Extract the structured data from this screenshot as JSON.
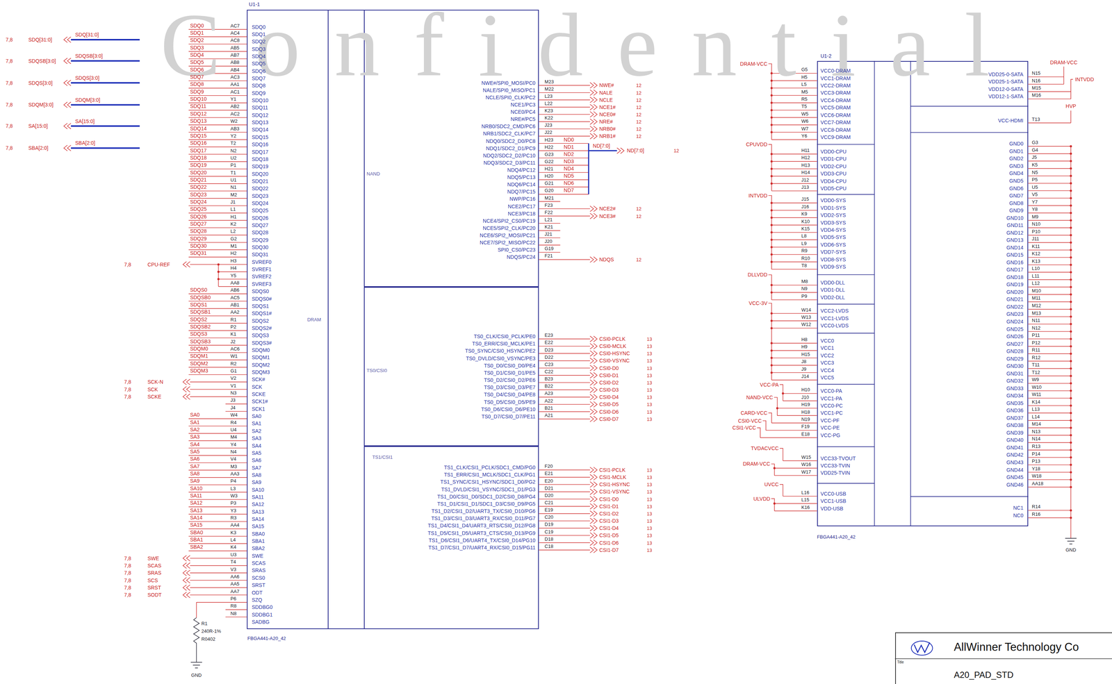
{
  "diagram": {
    "nodes": [
      {
        "text": [
          "U1-1",
          "FBGA441-A20_42"
        ]
      },
      {
        "text": [
          "DRAM"
        ],
        "in": 0
      },
      {
        "text": [
          "NAND"
        ],
        "in": 0
      },
      {
        "text": [
          "TS0/CSI0"
        ],
        "in": 0
      },
      {
        "text": [
          "TS1/CSI1"
        ],
        "in": 0
      },
      {
        "text": [
          "U1-2",
          "FBGA441-A20_42"
        ]
      },
      {
        "text": [
          "AllWinner Technology Co",
          "Title",
          "A20_PAD_STD"
        ]
      }
    ],
    "labels": [
      "Confidential",
      "7,8",
      "SDQ[31:0]",
      "SDQ[31:0]",
      "7,8",
      "SDQSB[3:0]",
      "SDQSB[3:0]",
      "7,8",
      "SDQS[3:0]",
      "SDQS[3:0]",
      "7,8",
      "SDQM[3:0]",
      "SDQM[3:0]",
      "7,8",
      "SA[15:0]",
      "SA[15:0]",
      "7,8",
      "SBA[2:0]",
      "SBA[2:0]",
      "SDQ0",
      "AC7",
      "SDQ0",
      "SDQ1",
      "AC4",
      "SDQ1",
      "SDQ2",
      "AC8",
      "SDQ2",
      "SDQ3",
      "AB5",
      "SDQ3",
      "SDQ4",
      "AB7",
      "SDQ4",
      "SDQ5",
      "AB8",
      "SDQ5",
      "SDQ6",
      "AB4",
      "SDQ6",
      "SDQ7",
      "AC3",
      "SDQ7",
      "SDQ8",
      "AA1",
      "SDQ8",
      "SDQ9",
      "AC1",
      "SDQ9",
      "SDQ10",
      "Y1",
      "SDQ10",
      "SDQ11",
      "AB2",
      "SDQ11",
      "SDQ12",
      "AC2",
      "SDQ12",
      "SDQ13",
      "W2",
      "SDQ13",
      "SDQ14",
      "AB3",
      "SDQ14",
      "SDQ15",
      "Y2",
      "SDQ15",
      "SDQ16",
      "T2",
      "SDQ16",
      "SDQ17",
      "N2",
      "SDQ17",
      "SDQ18",
      "U2",
      "SDQ18",
      "SDQ19",
      "P1",
      "SDQ19",
      "SDQ20",
      "T1",
      "SDQ20",
      "SDQ21",
      "U1",
      "SDQ21",
      "SDQ22",
      "N1",
      "SDQ22",
      "SDQ23",
      "M2",
      "SDQ23",
      "SDQ24",
      "J1",
      "SDQ24",
      "SDQ25",
      "L1",
      "SDQ25",
      "SDQ26",
      "H1",
      "SDQ26",
      "SDQ27",
      "K2",
      "SDQ27",
      "SDQ28",
      "L2",
      "SDQ28",
      "SDQ29",
      "G2",
      "SDQ29",
      "SDQ30",
      "M1",
      "SDQ30",
      "SDQ31",
      "H2",
      "SDQ31",
      "H3",
      "SVREF0",
      "H4",
      "SVREF1",
      "Y5",
      "SVREF2",
      "AA8",
      "SVREF3",
      "SDQS0",
      "AB6",
      "SDQS0",
      "SDQSB0",
      "AC5",
      "SDQS0#",
      "SDQS1",
      "AB1",
      "SDQS1",
      "SDQSB1",
      "AA2",
      "SDQS1#",
      "SDQS2",
      "R1",
      "SDQS2",
      "SDQSB2",
      "P2",
      "SDQS2#",
      "SDQS3",
      "K1",
      "SDQS3",
      "SDQSB3",
      "J2",
      "SDQS3#",
      "SDQM0",
      "AC6",
      "SDQM0",
      "SDQM1",
      "W1",
      "SDQM1",
      "SDQM2",
      "R2",
      "SDQM2",
      "SDQM3",
      "G1",
      "SDQM3",
      "7,8",
      "SCK-N",
      "V2",
      "SCK#",
      "7,8",
      "SCK",
      "V1",
      "SCK",
      "7,8",
      "SCKE",
      "N3",
      "SCKE",
      "J3",
      "SCK1#",
      "J4",
      "SCK1",
      "SA0",
      "W4",
      "SA0",
      "SA1",
      "R4",
      "SA1",
      "SA2",
      "U4",
      "SA2",
      "SA3",
      "M4",
      "SA3",
      "SA4",
      "Y4",
      "SA4",
      "SA5",
      "N4",
      "SA5",
      "SA6",
      "V4",
      "SA6",
      "SA7",
      "M3",
      "SA7",
      "SA8",
      "AA3",
      "SA8",
      "SA9",
      "P4",
      "SA9",
      "SA10",
      "L3",
      "SA10",
      "SA11",
      "W3",
      "SA11",
      "SA12",
      "P3",
      "SA12",
      "SA13",
      "Y3",
      "SA13",
      "SA14",
      "R3",
      "SA14",
      "SA15",
      "AA4",
      "SA15",
      "SBA0",
      "K3",
      "SBA0",
      "SBA1",
      "L4",
      "SBA1",
      "SBA2",
      "K4",
      "SBA2",
      "7,8",
      "SWE",
      "U3",
      "SWE",
      "7,8",
      "SCAS",
      "T4",
      "SCAS",
      "7,8",
      "SRAS",
      "V3",
      "SRAS",
      "7,8",
      "SCS",
      "AA6",
      "SCS0",
      "7,8",
      "SRST",
      "AA5",
      "SRST",
      "7,8",
      "SODT",
      "AA7",
      "ODT",
      "P6",
      "SZQ",
      "R8",
      "SDDBG0",
      "N8",
      "SDDBG1",
      "SADBG",
      "7,8",
      "CPU-REF",
      "R1",
      "240R-1%",
      "R0402",
      "GND",
      "NWE#/SPI0_MOSI/PC0",
      "M23",
      "NWE#",
      "12",
      "NALE/SPI0_MISO/PC1",
      "M22",
      "NALE",
      "12",
      "NCLE/SPI0_CLK/PC2",
      "L23",
      "NCLE",
      "12",
      "NCE1/PC3",
      "L22",
      "NCE1#",
      "12",
      "NCE0/PC4",
      "K23",
      "NCE0#",
      "12",
      "NRE#/PC5",
      "K22",
      "NRE#",
      "12",
      "NRB0/SDC2_CMD/PC6",
      "J23",
      "NRB0#",
      "12",
      "NRB1/SDC2_CLK/PC7",
      "J22",
      "NRB1#",
      "12",
      "NDQ0/SDC2_D0/PC8",
      "H23",
      "ND0",
      "NDQ1/SDC2_D1/PC9",
      "H22",
      "ND1",
      "NDQ2/SDC2_D2/PC10",
      "G23",
      "ND2",
      "NDQ3/SDC2_D3/PC11",
      "G22",
      "ND3",
      "NDQ4/PC12",
      "H21",
      "ND4",
      "NDQ5/PC13",
      "H20",
      "ND5",
      "NDQ6/PC14",
      "G21",
      "ND6",
      "NDQ7/PC15",
      "G20",
      "ND7",
      "NWP/PC16",
      "M21",
      "NCE2/PC17",
      "F23",
      "NCE2#",
      "12",
      "NCE3/PC18",
      "F22",
      "NCE3#",
      "12",
      "NCE4/SPI2_CS0/PC19",
      "L21",
      "NCE5/SPI2_CLK/PC20",
      "K21",
      "NCE6/SPI2_MOSI/PC21",
      "J21",
      "NCE7/SPI2_MISO/PC22",
      "J20",
      "SPI0_CS0/PC23",
      "G19",
      "NDQS/PC24",
      "F21",
      "NDQS",
      "12",
      "ND[7:0]",
      "ND[7:0]",
      "12",
      "TS0_CLK/CSI0_PCLK/PE0",
      "E23",
      "CSI0-PCLK",
      "13",
      "TS0_ERR/CSI0_MCLK/PE1",
      "E22",
      "CSI0-MCLK",
      "13",
      "TS0_SYNC/CSI0_HSYNC/PE2",
      "D23",
      "CSI0-HSYNC",
      "13",
      "TS0_DVLD/CSI0_VSYNC/PE3",
      "D22",
      "CSI0-VSYNC",
      "13",
      "TS0_D0/CSI0_D0/PE4",
      "C23",
      "CSI0-D0",
      "13",
      "TS0_D1/CSI0_D1/PE5",
      "C22",
      "CSI0-D1",
      "13",
      "TS0_D2/CSI0_D2/PE6",
      "B23",
      "CSI0-D2",
      "13",
      "TS0_D3/CSI0_D3/PE7",
      "B22",
      "CSI0-D3",
      "13",
      "TS0_D4/CSI0_D4/PE8",
      "A23",
      "CSI0-D4",
      "13",
      "TS0_D5/CSI0_D5/PE9",
      "A22",
      "CSI0-D5",
      "13",
      "TS0_D6/CSI0_D6/PE10",
      "B21",
      "CSI0-D6",
      "13",
      "TS0_D7/CSI0_D7/PE11",
      "A21",
      "CSI0-D7",
      "13",
      "TS1_CLK/CSI1_PCLK/SDC1_CMD/PG0",
      "F20",
      "CSI1-PCLK",
      "13",
      "TS1_ERR/CSI1_MCLK/SDC1_CLK/PG1",
      "E21",
      "CSI1-MCLK",
      "13",
      "TS1_SYNC/CSI1_HSYNC/SDC1_D0/PG2",
      "E20",
      "CSI1-HSYNC",
      "13",
      "TS1_DVLD/CSI1_VSYNC/SDC1_D1/PG3",
      "D21",
      "CSI1-VSYNC",
      "13",
      "TS1_D0/CSI1_D0/SDC1_D2/CSI0_D8/PG4",
      "D20",
      "CSI1-D0",
      "13",
      "TS1_D1/CSI1_D1/SDC1_D3/CSI0_D9/PG5",
      "C21",
      "CSI1-D1",
      "13",
      "TS1_D2/CSI1_D2/UART3_TX/CSI0_D10/PG6",
      "E19",
      "CSI1-D2",
      "13",
      "TS1_D3/CSI1_D3/UART3_RX/CSI0_D11/PG7",
      "C20",
      "CSI1-D3",
      "13",
      "TS1_D4/CSI1_D4/UART3_RTS/CSI0_D12/PG8",
      "D19",
      "CSI1-D4",
      "13",
      "TS1_D5/CSI1_D5/UART3_CTS/CSI0_D13/PG9",
      "C19",
      "CSI1-D5",
      "13",
      "TS1_D6/CSI1_D6/UART4_TX/CSI0_D14/PG10",
      "D18",
      "CSI1-D6",
      "13",
      "TS1_D7/CSI1_D7/UART4_RX/CSI0_D15/PG11",
      "C18",
      "CSI1-D7",
      "13",
      "G5",
      "VCC0-DRAM",
      "H5",
      "VCC1-DRAM",
      "L5",
      "VCC2-DRAM",
      "M5",
      "VCC3-DRAM",
      "R5",
      "VCC4-DRAM",
      "T5",
      "VCC5-DRAM",
      "W5",
      "VCC6-DRAM",
      "W6",
      "VCC7-DRAM",
      "W7",
      "VCC8-DRAM",
      "Y6",
      "VCC9-DRAM",
      "H11",
      "VDD0-CPU",
      "H12",
      "VDD1-CPU",
      "H13",
      "VDD2-CPU",
      "H14",
      "VDD3-CPU",
      "J12",
      "VDD4-CPU",
      "J13",
      "VDD5-CPU",
      "J15",
      "VDD0-SYS",
      "J16",
      "VDD1-SYS",
      "K9",
      "VDD2-SYS",
      "K10",
      "VDD3-SYS",
      "K15",
      "VDD4-SYS",
      "L8",
      "VDD5-SYS",
      "L9",
      "VDD6-SYS",
      "R9",
      "VDD7-SYS",
      "R10",
      "VDD8-SYS",
      "T8",
      "VDD9-SYS",
      "M8",
      "VDD0-DLL",
      "N9",
      "VDD1-DLL",
      "P9",
      "VDD2-DLL",
      "W14",
      "VCC2-LVDS",
      "W13",
      "VCC1-LVDS",
      "W12",
      "VCC0-LVDS",
      "H8",
      "VCC0",
      "H9",
      "VCC1",
      "H15",
      "VCC2",
      "J8",
      "VCC3",
      "J9",
      "VCC4",
      "J14",
      "VCC5",
      "H10",
      "VCC0-PA",
      "J10",
      "VCC1-PA",
      "H19",
      "VCC0-PC",
      "H18",
      "VCC1-PC",
      "N19",
      "VCC-PF",
      "F19",
      "VCC-PE",
      "E18",
      "VCC-PG",
      "W15",
      "VCC33-TVOUT",
      "W16",
      "VCC33-TVIN",
      "W17",
      "VDD25-TVIN",
      "L16",
      "VCC0-USB",
      "L15",
      "VCC1-USB",
      "K16",
      "VDD-USB",
      "DRAM-VCC",
      "CPUVDD",
      "INTVDD",
      "DLLVDD",
      "VCC-3V",
      "VCC-PA",
      "NAND-VCC",
      "CARD-VCC",
      "CSI0-VCC",
      "CSI1-VCC",
      "TVDACVCC",
      "DRAM-VCC",
      "UVCC",
      "ULVDD",
      "VDD25-0-SATA",
      "N15",
      "VDD25-1-SATA",
      "N16",
      "VDD12-0-SATA",
      "M15",
      "VDD12-1-SATA",
      "M16",
      "VCC-HDMI",
      "T13",
      "GND0",
      "G3",
      "GND1",
      "G4",
      "GND2",
      "J5",
      "GND3",
      "K5",
      "GND4",
      "N5",
      "GND5",
      "P5",
      "GND6",
      "U5",
      "GND7",
      "V5",
      "GND8",
      "Y7",
      "GND9",
      "Y8",
      "GND10",
      "M9",
      "GND11",
      "N10",
      "GND12",
      "P10",
      "GND13",
      "J11",
      "GND14",
      "K11",
      "GND15",
      "K12",
      "GND16",
      "K13",
      "GND17",
      "L10",
      "GND18",
      "L11",
      "GND19",
      "L12",
      "GND20",
      "M10",
      "GND21",
      "M11",
      "GND22",
      "M12",
      "GND23",
      "M13",
      "GND24",
      "N11",
      "GND25",
      "N12",
      "GND26",
      "P11",
      "GND27",
      "P12",
      "GND28",
      "R11",
      "GND29",
      "R12",
      "GND30",
      "T11",
      "GND31",
      "T12",
      "GND32",
      "W9",
      "GND33",
      "W10",
      "GND34",
      "W11",
      "GND35",
      "K14",
      "GND36",
      "L13",
      "GND37",
      "L14",
      "GND38",
      "M14",
      "GND39",
      "N13",
      "GND40",
      "N14",
      "GND41",
      "R13",
      "GND42",
      "P14",
      "GND43",
      "P13",
      "GND44",
      "Y18",
      "GND45",
      "W18",
      "GND46",
      "AA18",
      "NC1",
      "R14",
      "NC0",
      "R16",
      "DRAM-VCC",
      "INTVDD",
      "HVP",
      "GND"
    ]
  }
}
